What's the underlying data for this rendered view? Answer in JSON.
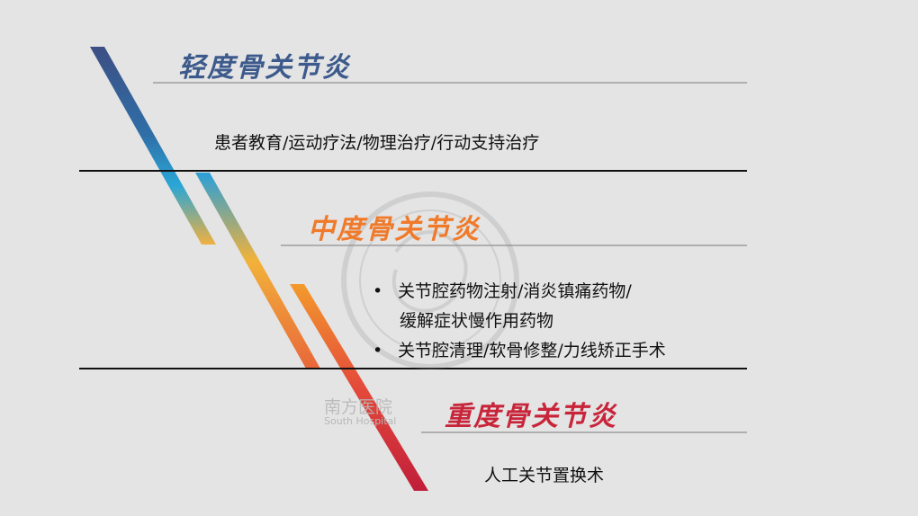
{
  "slide": {
    "mild": {
      "title": "轻度骨关节炎",
      "title_color": "#3d5a8c",
      "treatment": "患者教育/运动疗法/物理治疗/行动支持治疗"
    },
    "moderate": {
      "title": "中度骨关节炎",
      "title_color": "#f07a2a",
      "bullets": [
        {
          "line1": "关节腔药物注射/消炎镇痛药物/",
          "line2": "缓解症状慢作用药物"
        },
        {
          "line1": "关节腔清理/软骨修整/力线矫正手术",
          "line2": ""
        }
      ]
    },
    "severe": {
      "title": "重度骨关节炎",
      "title_color": "#c8253a",
      "treatment": "人工关节置换术"
    },
    "bullet_symbol": "•",
    "watermark": {
      "name": "南方医院",
      "en": "South Hospital"
    }
  }
}
